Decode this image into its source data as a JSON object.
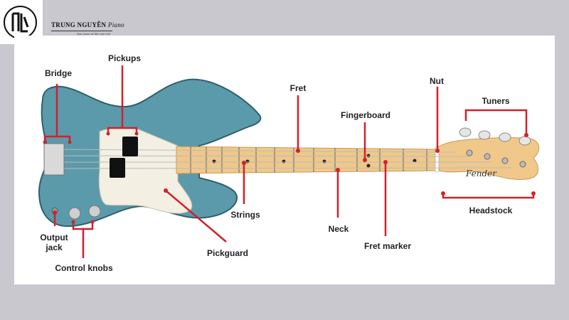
{
  "brand": {
    "name": "TRUNG NGUYỄN",
    "script": "Piano",
    "tagline": "Đàn piano tốt đến mọi nhà"
  },
  "colors": {
    "background": "#c9c8cf",
    "panel": "#ffffff",
    "body": "#5b9aaa",
    "pickguard": "#f3efe3",
    "maple": "#efc88a",
    "callout": "#d2202a"
  },
  "labels": {
    "bridge": "Bridge",
    "pickups": "Pickups",
    "fret": "Fret",
    "fingerboard": "Fingerboard",
    "nut": "Nut",
    "tuners": "Tuners",
    "headstock": "Headstock",
    "strings": "Strings",
    "neck": "Neck",
    "fret_marker": "Fret marker",
    "pickguard": "Pickguard",
    "output_jack_1": "Output",
    "output_jack_2": "jack",
    "control_knobs": "Control knobs"
  },
  "headstock_logo": "Fender"
}
